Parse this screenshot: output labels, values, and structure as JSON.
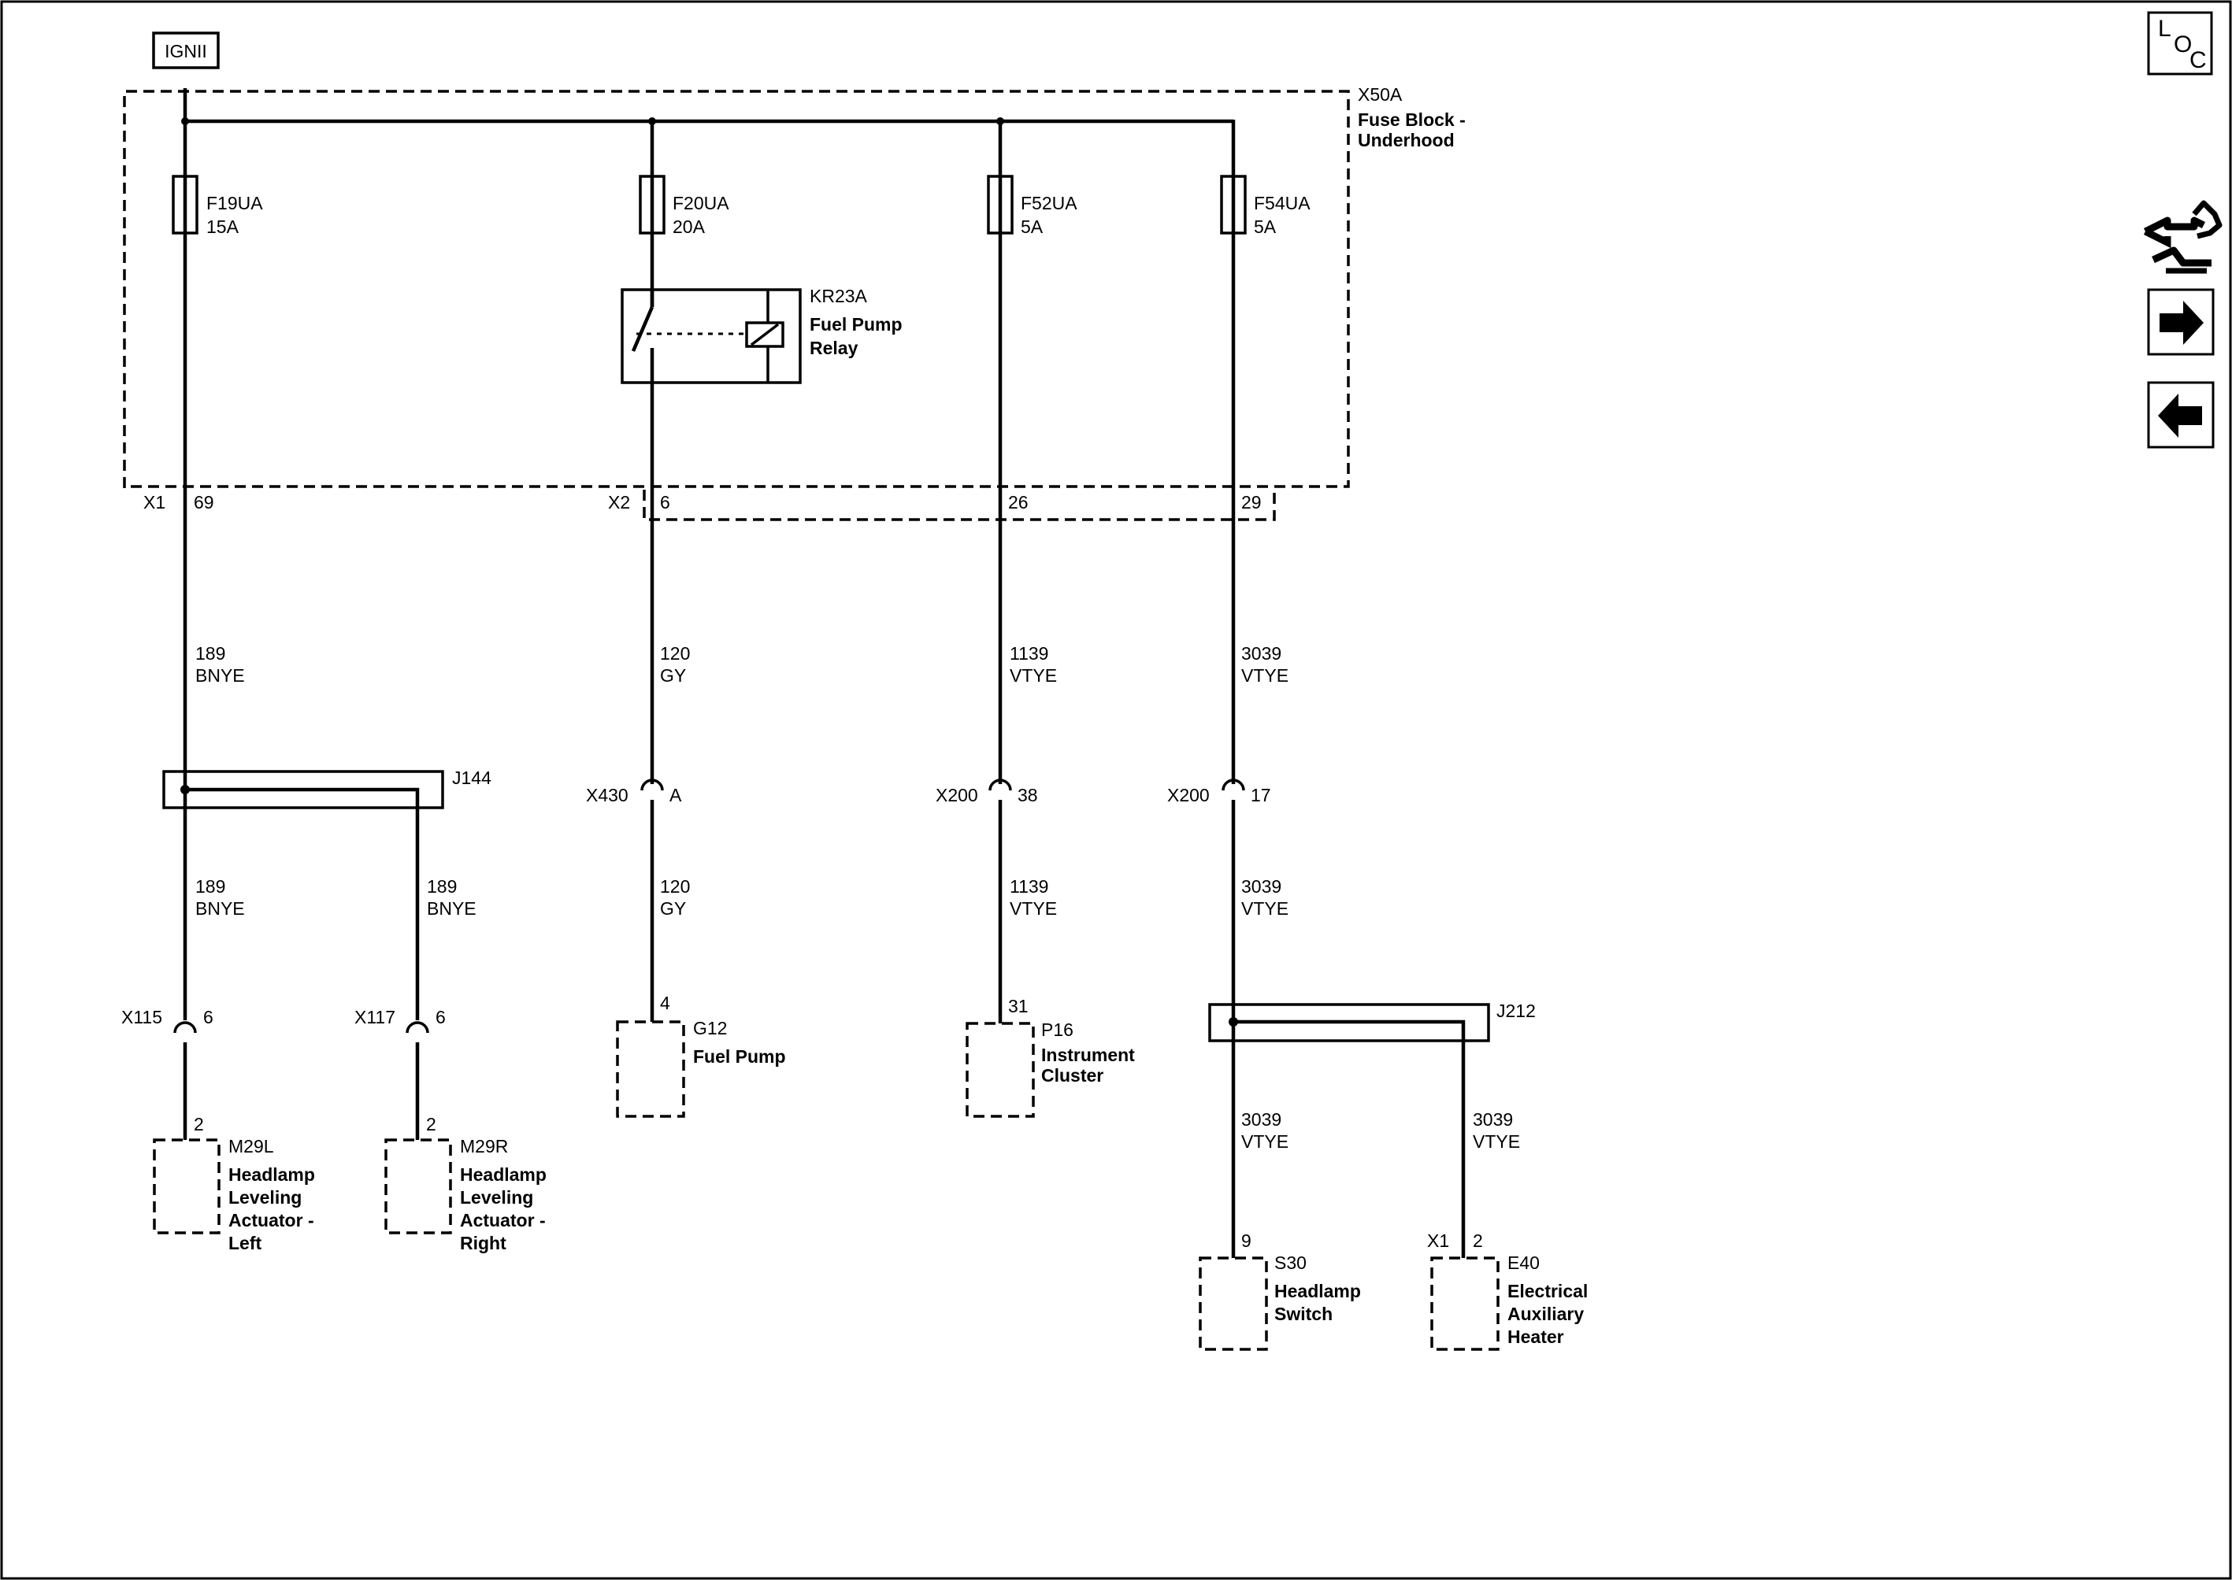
{
  "power_source": "IGNII",
  "fuse_block": {
    "id": "X50A",
    "name_line1": "Fuse Block -",
    "name_line2": "Underhood",
    "conn_x1": "X1",
    "conn_x2": "X2"
  },
  "fuses": [
    {
      "id": "F19UA",
      "rating": "15A"
    },
    {
      "id": "F20UA",
      "rating": "20A"
    },
    {
      "id": "F52UA",
      "rating": "5A"
    },
    {
      "id": "F54UA",
      "rating": "5A"
    }
  ],
  "relay": {
    "id": "KR23A",
    "name_line1": "Fuel Pump",
    "name_line2": "Relay"
  },
  "pins": {
    "p69": "69",
    "p6": "6",
    "p26": "26",
    "p29": "29"
  },
  "wires": {
    "w1": {
      "circuit": "189",
      "color": "BNYE"
    },
    "w2": {
      "circuit": "120",
      "color": "GY"
    },
    "w3": {
      "circuit": "1139",
      "color": "VTYE"
    },
    "w4": {
      "circuit": "3039",
      "color": "VTYE"
    }
  },
  "splices": {
    "j144": "J144",
    "j212": "J212"
  },
  "connectors": {
    "x430": {
      "id": "X430",
      "pin": "A"
    },
    "x200a": {
      "id": "X200",
      "pin": "38"
    },
    "x200b": {
      "id": "X200",
      "pin": "17"
    },
    "x115": {
      "id": "X115",
      "pin": "6"
    },
    "x117": {
      "id": "X117",
      "pin": "6"
    }
  },
  "components": {
    "g12": {
      "pin": "4",
      "id": "G12",
      "lines": [
        "Fuel Pump"
      ]
    },
    "p16": {
      "pin": "31",
      "id": "P16",
      "lines": [
        "Instrument",
        "Cluster"
      ]
    },
    "m29l": {
      "pin": "2",
      "id": "M29L",
      "lines": [
        "Headlamp",
        "Leveling",
        "Actuator -",
        "Left"
      ]
    },
    "m29r": {
      "pin": "2",
      "id": "M29R",
      "lines": [
        "Headlamp",
        "Leveling",
        "Actuator -",
        "Right"
      ]
    },
    "s30": {
      "pin": "9",
      "id": "S30",
      "lines": [
        "Headlamp",
        "Switch"
      ]
    },
    "e40": {
      "conn": "X1",
      "pin": "2",
      "id": "E40",
      "lines": [
        "Electrical",
        "Auxiliary",
        "Heater"
      ]
    }
  },
  "nav": {
    "loc": {
      "l": "L",
      "o": "O",
      "c": "C"
    },
    "icons": [
      "wiring-harness-icon",
      "arrow-right-icon",
      "arrow-left-icon"
    ]
  }
}
